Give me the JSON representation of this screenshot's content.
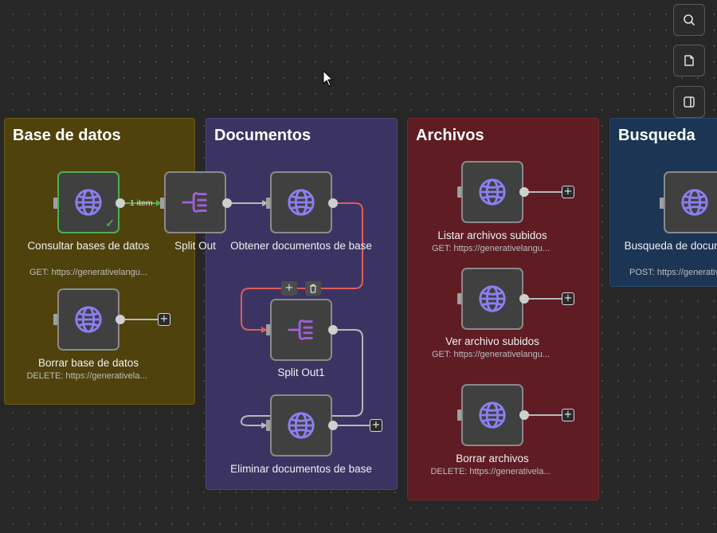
{
  "groups": {
    "base": {
      "title": "Base de datos",
      "color": "#5a4a08"
    },
    "documentos": {
      "title": "Documentos",
      "color": "#3e3566"
    },
    "archivos": {
      "title": "Archivos",
      "color": "#6a1f26"
    },
    "busqueda": {
      "title": "Busqueda",
      "color": "#1e3a5c"
    }
  },
  "nodes": {
    "consultar": {
      "label": "Consultar bases de datos",
      "sub": "GET: https://generativelangu..."
    },
    "split_out": {
      "label": "Split Out"
    },
    "borrar_base": {
      "label": "Borrar base de datos",
      "sub": "DELETE: https://generativela..."
    },
    "obtener_docs": {
      "label": "Obtener documentos de base"
    },
    "split_out1": {
      "label": "Split Out1"
    },
    "eliminar_docs": {
      "label": "Eliminar documentos de base"
    },
    "listar_archivos": {
      "label": "Listar archivos subidos",
      "sub": "GET: https://generativelangu..."
    },
    "ver_archivo": {
      "label": "Ver archivo subidos",
      "sub": "GET: https://generativelangu..."
    },
    "borrar_archivos": {
      "label": "Borrar archivos",
      "sub": "DELETE: https://generativela..."
    },
    "busqueda_docs": {
      "label": "Busqueda de documentos",
      "sub": "POST: https://generativelangu..."
    }
  },
  "edge_labels": {
    "consultar_to_split": "1 item"
  },
  "toolbar": {
    "buttons": [
      {
        "icon": "search-icon"
      },
      {
        "icon": "sticky-note-icon"
      },
      {
        "icon": "panel-toggle-icon"
      }
    ]
  },
  "hover_actions": {
    "add": "+",
    "delete": "delete-icon"
  },
  "icons": {
    "http": "globe-icon",
    "split": "split-out-icon"
  },
  "colors": {
    "globe": "#8b7ff0",
    "split": "#a060d8",
    "wire": "#b8b8b8",
    "wire_active": "#e05b5b",
    "wire_success": "#4caf50"
  }
}
